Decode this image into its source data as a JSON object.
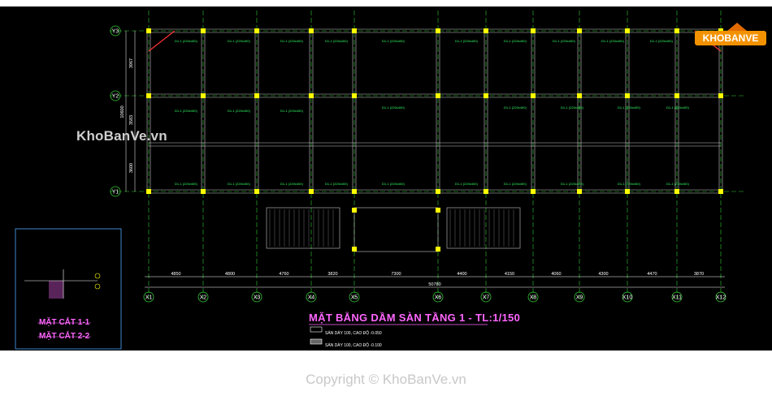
{
  "plan": {
    "title": "MẶT BẰNG DẦM SÀN TẦNG 1 - TL:1/150",
    "legend": [
      "SÀN DÀY 100, CAO ĐỘ -0.050",
      "SÀN DÀY 100, CAO ĐỘ -0.100"
    ],
    "section_labels": [
      "MẶT CẮT 1-1",
      "MẶT CẮT 2-2"
    ],
    "axes_x": [
      "X1",
      "X2",
      "X3",
      "X4",
      "X5",
      "X6",
      "X7",
      "X8",
      "X9",
      "X10",
      "X11",
      "X12"
    ],
    "axes_y": [
      "Y3",
      "Y2",
      "Y1"
    ],
    "spans_x": [
      "4850",
      "4800",
      "4760",
      "3820",
      "7300",
      "4400",
      "4150",
      "4060",
      "4300",
      "4470",
      "3870"
    ],
    "total_length": "50780",
    "spans_y": [
      "3967",
      "3583",
      "3600"
    ],
    "total_width": "10600",
    "beam_label": "D1-1 (220x400)",
    "colors": {
      "background": "#000000",
      "beam": "#33ff66",
      "column": "#ffff00",
      "axis": "#33cc33",
      "title": "#ff66ff"
    }
  },
  "watermark": {
    "site": "KhoBanVe.vn",
    "logo": "KHOBANVE",
    "copyright": "Copyright © KhoBanVe.vn"
  }
}
